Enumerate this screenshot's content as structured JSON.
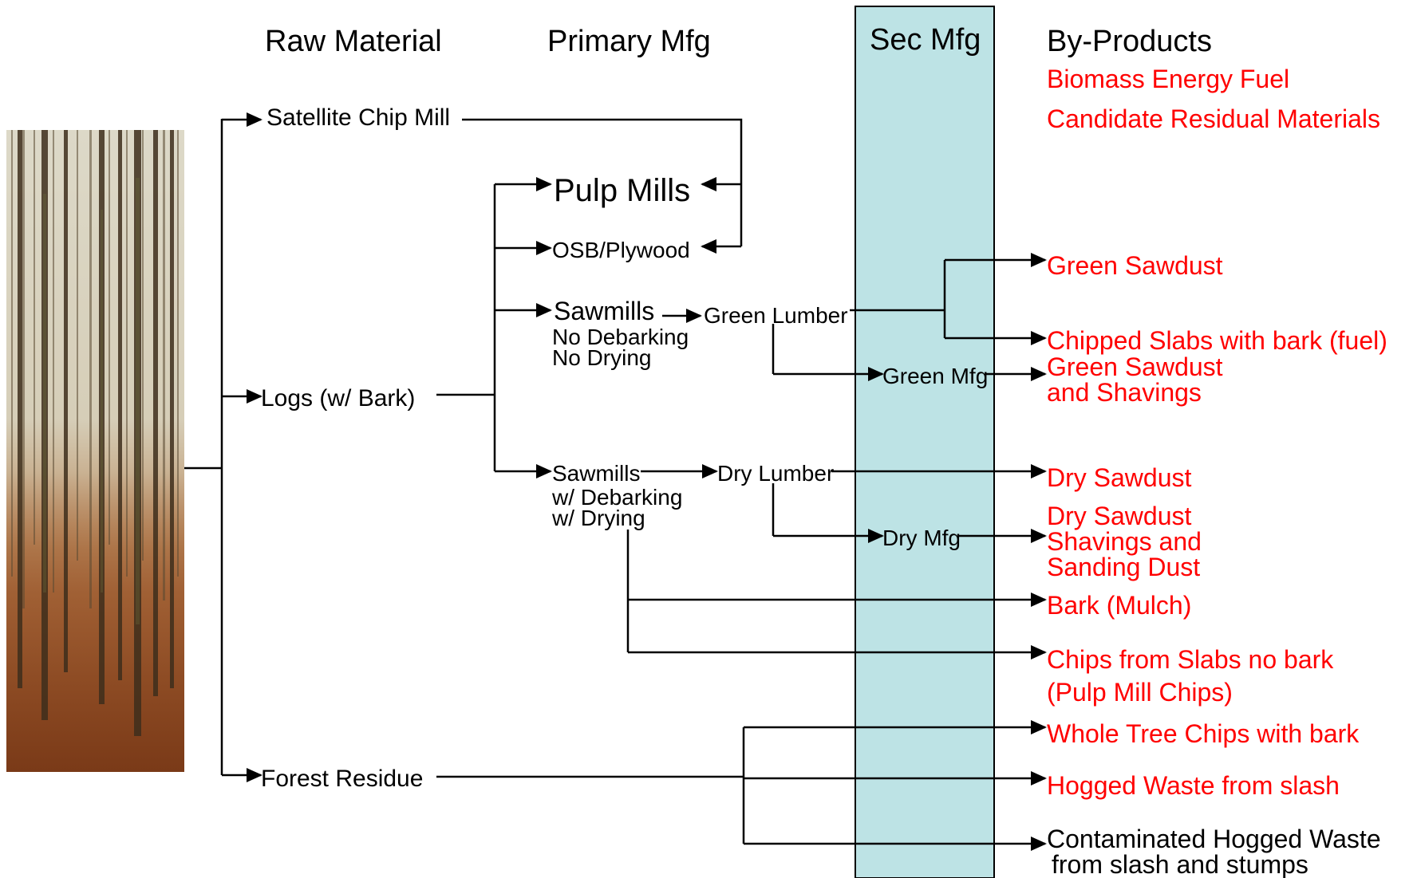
{
  "headers": {
    "raw_material": "Raw Material",
    "primary_mfg": "Primary Mfg",
    "sec_mfg": "Sec Mfg",
    "by_products": "By-Products"
  },
  "legend": {
    "biomass": "Biomass Energy Fuel",
    "candidate": "Candidate Residual Materials"
  },
  "raw": {
    "chip_mill": "Satellite Chip Mill",
    "logs": "Logs (w/ Bark)",
    "forest_residue": "Forest Residue"
  },
  "primary": {
    "pulp_mills": "Pulp Mills",
    "osb": "OSB/Plywood",
    "sawmills_green": "Sawmills",
    "no_debarking": "No Debarking",
    "no_drying": "No Drying",
    "sawmills_dry": "Sawmills",
    "w_debarking": "w/ Debarking",
    "w_drying": "w/ Drying"
  },
  "lumber": {
    "green": "Green Lumber",
    "dry": "Dry Lumber"
  },
  "secondary": {
    "green_mfg": "Green Mfg",
    "dry_mfg": "Dry Mfg"
  },
  "byproducts": {
    "green_sawdust": "Green Sawdust",
    "chipped_slabs": "Chipped Slabs with bark (fuel)",
    "green_sawdust_2": "Green Sawdust",
    "and_shavings": "and Shavings",
    "dry_sawdust": "Dry Sawdust",
    "dry_sawdust_2": "Dry Sawdust",
    "shavings_and": "Shavings and",
    "sanding_dust": "Sanding Dust",
    "bark_mulch": "Bark (Mulch)",
    "chips_slabs": "Chips from Slabs no bark",
    "pulp_mill_chips": "(Pulp Mill Chips)",
    "whole_tree": "Whole Tree Chips with bark",
    "hogged_waste": "Hogged Waste from slash",
    "contaminated_1": "Contaminated Hogged Waste",
    "contaminated_2": "from slash and stumps"
  },
  "colors": {
    "biomass_fuel": "#ff0000",
    "sec_mfg_column": "#bde3e5",
    "lines": "#000000"
  }
}
